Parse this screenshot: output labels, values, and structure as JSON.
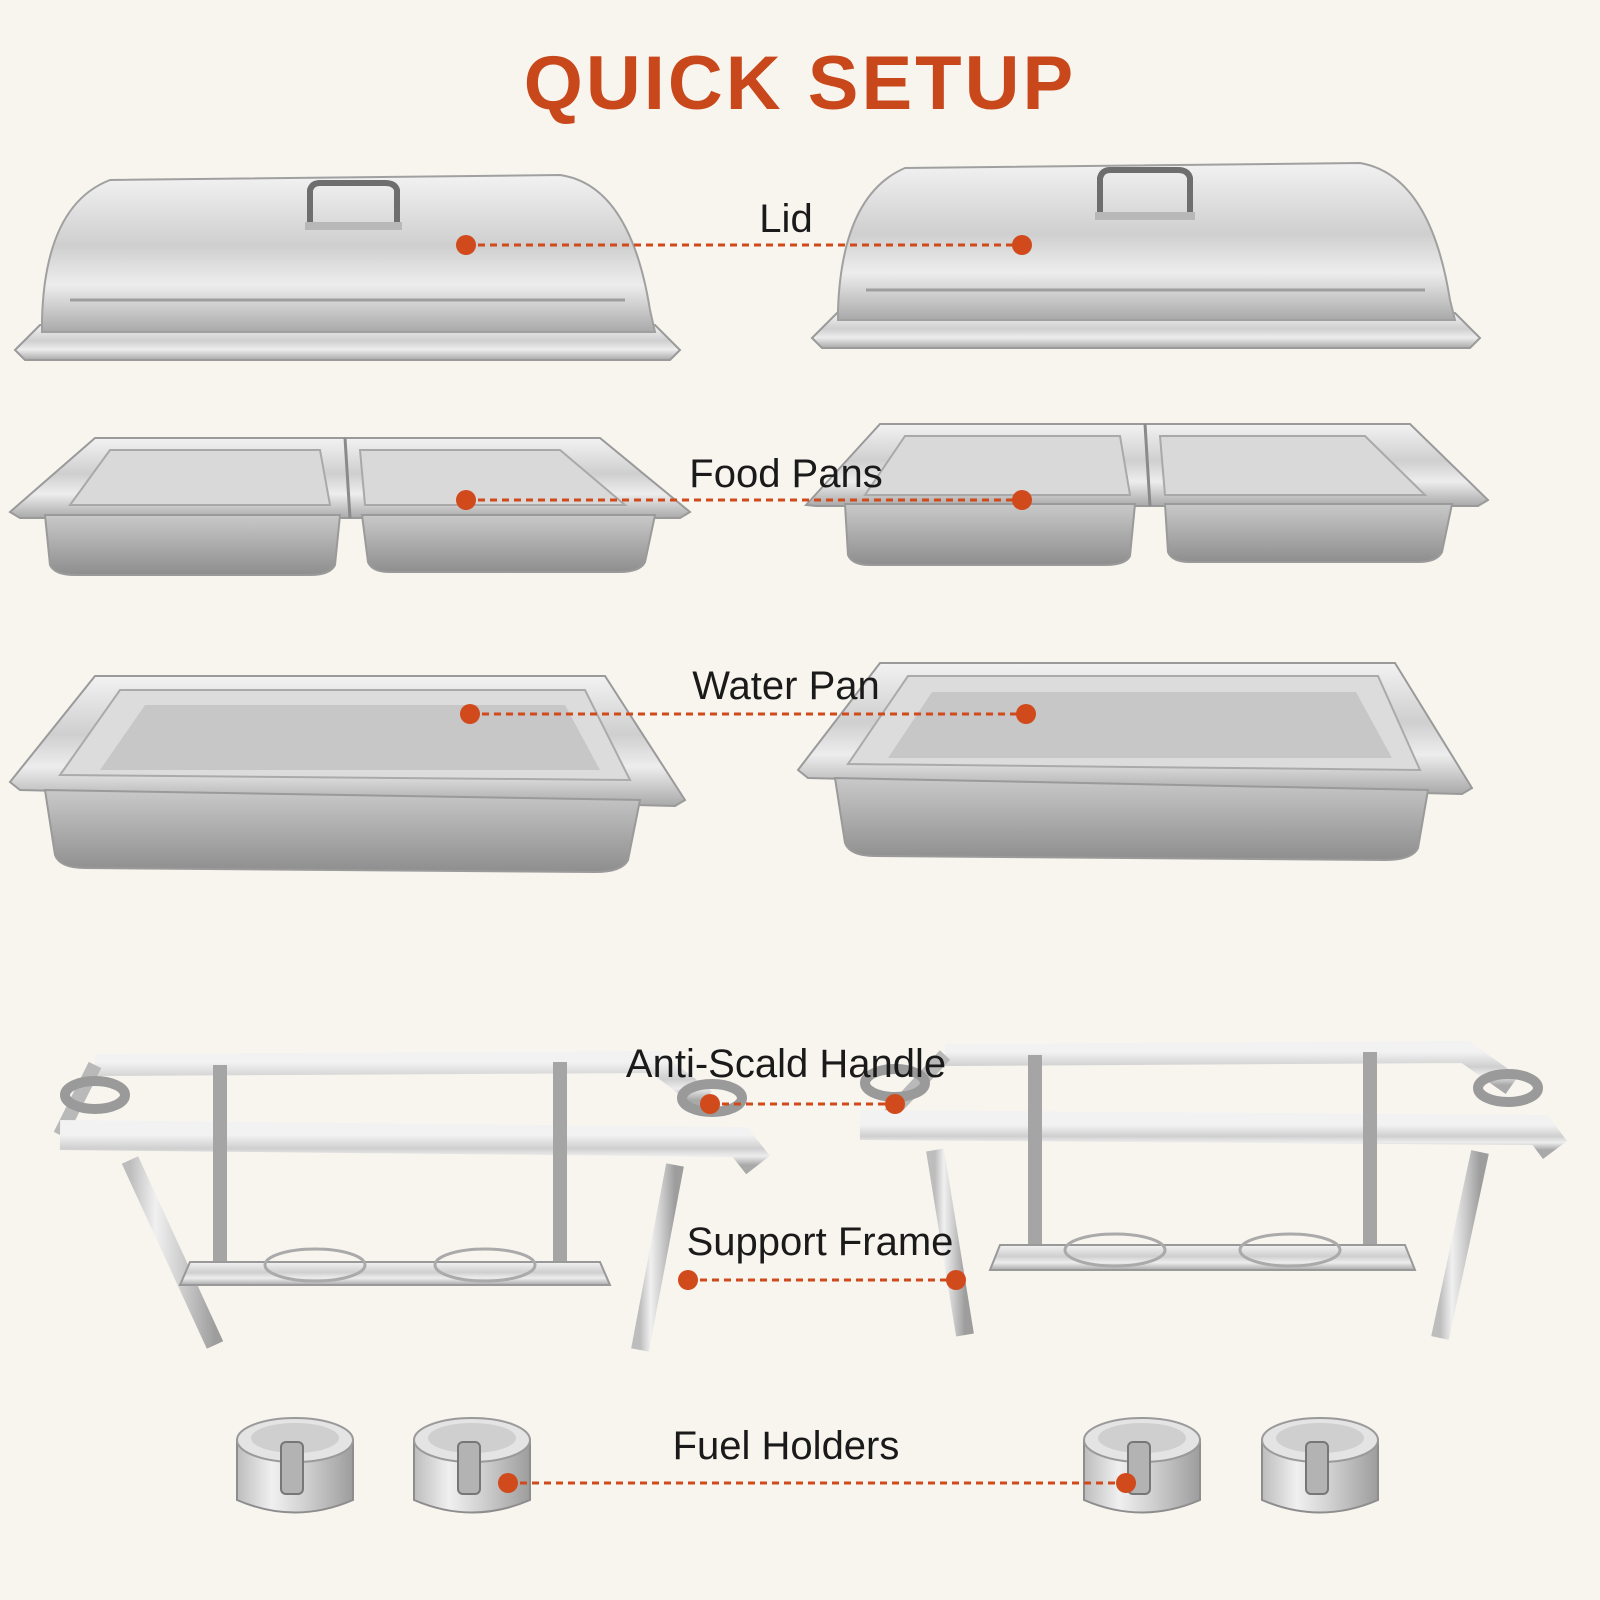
{
  "title": "QUICK SETUP",
  "colors": {
    "title": "#c8471b",
    "accent": "#d04a1c",
    "background": "#f8f5ef",
    "steel_light": "#e6e6e6",
    "steel_mid": "#b4b4b4",
    "steel_dark": "#8a8a8a"
  },
  "parts": [
    {
      "id": "lid",
      "label": "Lid",
      "icon": "chafing-lid-icon"
    },
    {
      "id": "food-pans",
      "label": "Food Pans",
      "icon": "half-size-food-pans-icon"
    },
    {
      "id": "water-pan",
      "label": "Water Pan",
      "icon": "water-pan-icon"
    },
    {
      "id": "anti-scald-handle",
      "label": "Anti-Scald Handle",
      "icon": "handle-icon"
    },
    {
      "id": "support-frame",
      "label": "Support Frame",
      "icon": "folding-frame-icon"
    },
    {
      "id": "fuel-holders",
      "label": "Fuel Holders",
      "icon": "fuel-canister-icon"
    }
  ]
}
